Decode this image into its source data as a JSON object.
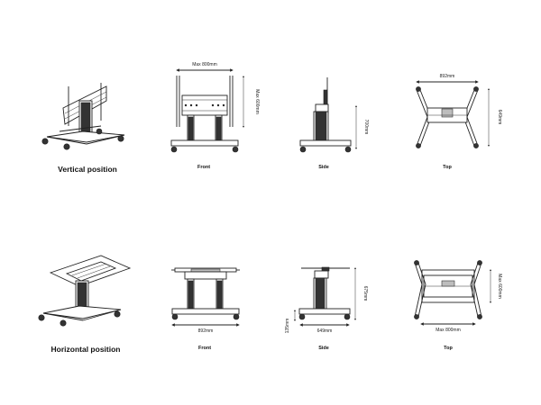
{
  "sections": {
    "vertical": {
      "title": "Vertical position",
      "views": {
        "front": "Front",
        "side": "Side",
        "top": "Top"
      },
      "dims": {
        "front_width": "Max 800mm",
        "front_height": "Max 600mm",
        "side_height": "700mm",
        "top_width": "892mm",
        "top_depth": "649mm"
      }
    },
    "horizontal": {
      "title": "Horizontal position",
      "views": {
        "front": "Front",
        "side": "Side",
        "top": "Top"
      },
      "dims": {
        "front_width": "892mm",
        "side_height": "675mm",
        "side_base": "649mm",
        "side_min": "135mm",
        "top_width": "Max 800mm",
        "top_depth": "Max 600mm"
      }
    }
  },
  "colors": {
    "line": "#222222",
    "frame": "#333333",
    "panel": "#bdbdbd"
  }
}
